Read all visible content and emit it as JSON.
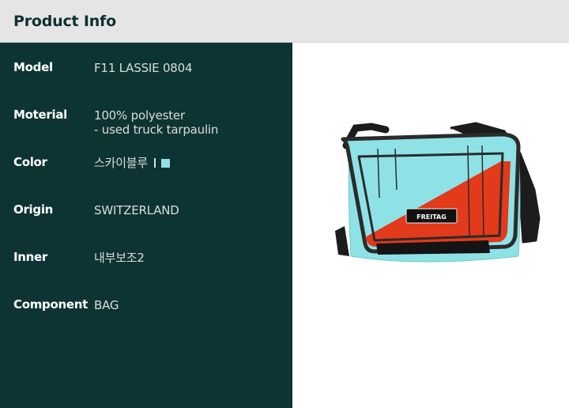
{
  "header": {
    "title": "Product Info"
  },
  "specs": [
    {
      "label": "Model",
      "lines": [
        "F11 LASSIE 0804"
      ]
    },
    {
      "label": "Moterial",
      "lines": [
        "100% polyester",
        "- used truck tarpaulin"
      ]
    },
    {
      "label": "Color",
      "lines": [
        "스카이블루"
      ]
    },
    {
      "label": "Origin",
      "lines": [
        "SWITZERLAND"
      ]
    },
    {
      "label": "Inner",
      "lines": [
        "내부보조2"
      ]
    },
    {
      "label": "Component",
      "lines": [
        "BAG"
      ]
    }
  ],
  "color_swatch": "#8ee2e6",
  "product_image": {
    "brand_label": "FREITAG"
  },
  "colors": {
    "header_bg": "#e5e5e5",
    "panel_bg": "#0e3333",
    "bag_blue": "#8ee2e6",
    "bag_red": "#e23a1a"
  }
}
